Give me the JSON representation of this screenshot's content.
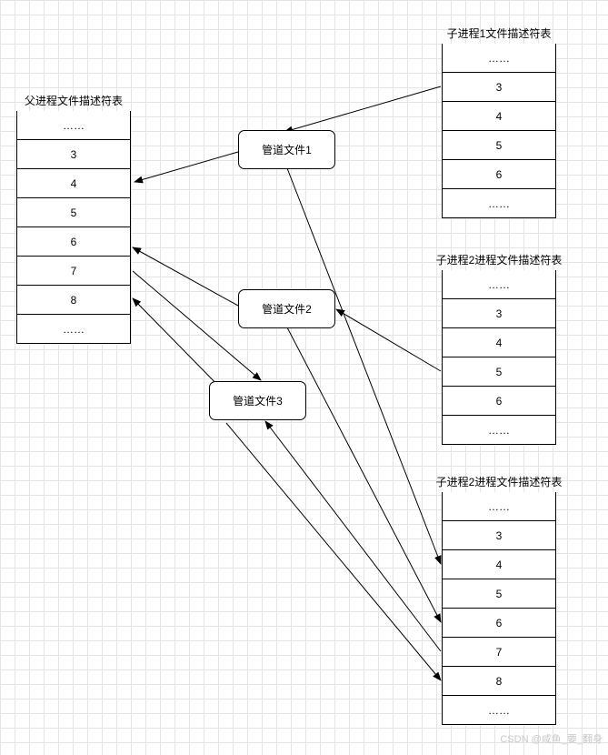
{
  "tables": {
    "parent": {
      "title": "父进程文件描述符表",
      "cells": [
        "……",
        "3",
        "4",
        "5",
        "6",
        "7",
        "8",
        "……"
      ]
    },
    "child1": {
      "title": "子进程1文件描述符表",
      "cells": [
        "……",
        "3",
        "4",
        "5",
        "6",
        "……"
      ]
    },
    "child2a": {
      "title": "子进程2进程文件描述符表",
      "cells": [
        "……",
        "3",
        "4",
        "5",
        "6",
        "……"
      ]
    },
    "child2b": {
      "title": "子进程2进程文件描述符表",
      "cells": [
        "……",
        "3",
        "4",
        "5",
        "6",
        "7",
        "8",
        "……"
      ]
    }
  },
  "pipes": {
    "p1": "管道文件1",
    "p2": "管道文件2",
    "p3": "管道文件3"
  },
  "watermark": "CSDN @咸鱼_要_翻身"
}
